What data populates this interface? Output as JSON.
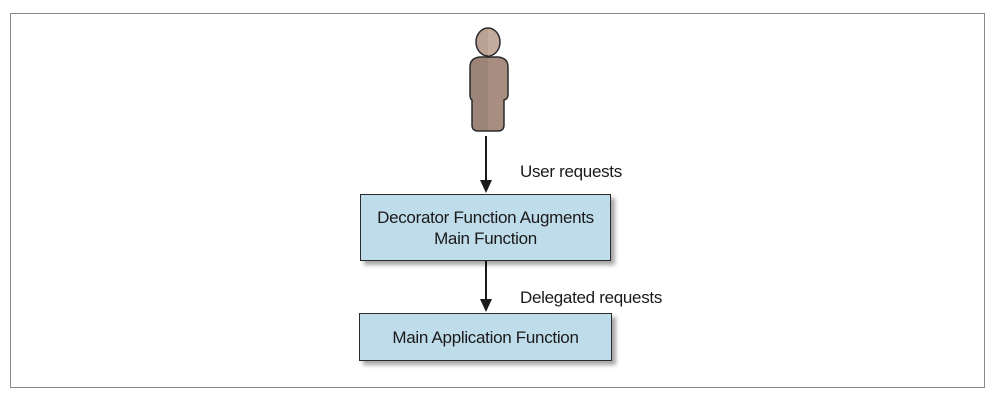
{
  "diagram": {
    "actor": {
      "icon": "user-icon",
      "colors": {
        "body": "#9c8478",
        "highlight": "#b9a294",
        "outline": "#2b2b2b"
      }
    },
    "edges": [
      {
        "label": "User requests",
        "from": "user",
        "to": "decorator"
      },
      {
        "label": "Delegated requests",
        "from": "decorator",
        "to": "main"
      }
    ],
    "nodes": {
      "decorator": {
        "lines": [
          "Decorator Function Augments",
          "Main Function"
        ]
      },
      "main": {
        "lines": [
          "Main Application Function"
        ]
      }
    },
    "colors": {
      "box_fill": "#bfdcea",
      "box_border": "#2a2a2a",
      "arrow": "#1a1a1a",
      "frame_border": "#8a8a8a"
    }
  }
}
